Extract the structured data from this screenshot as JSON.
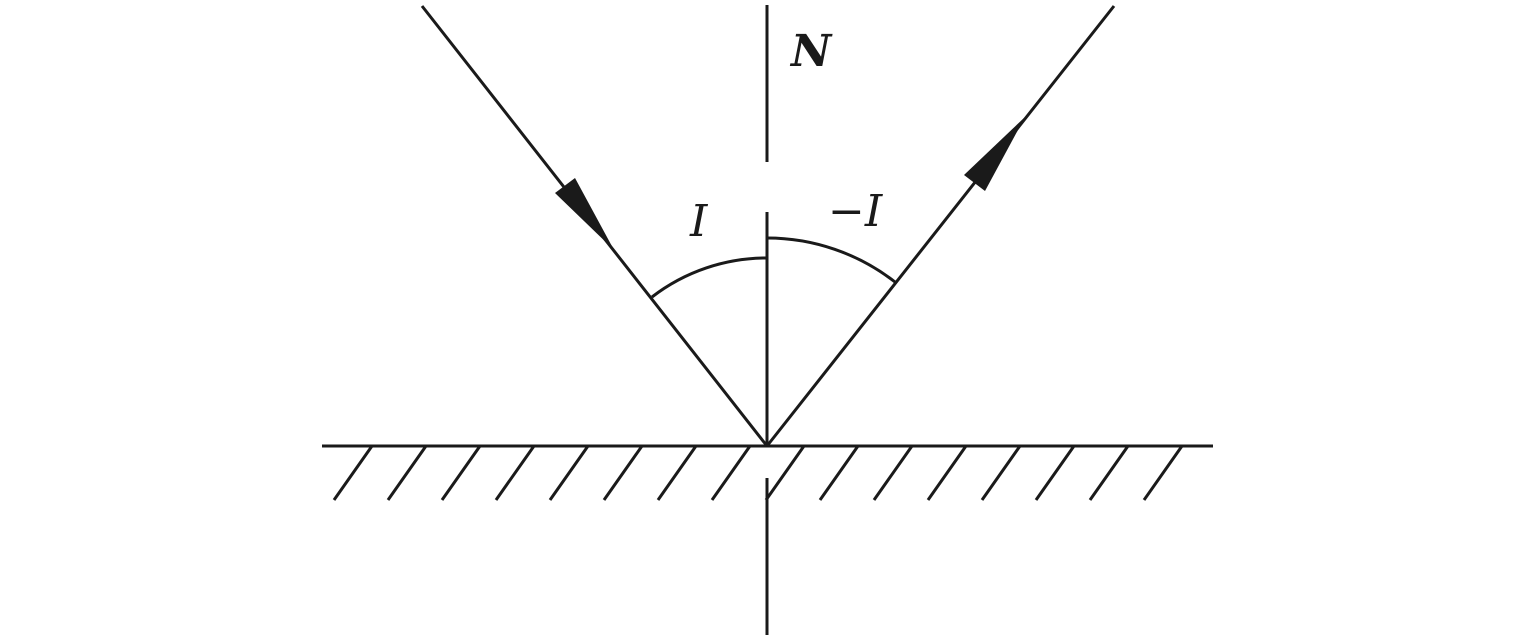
{
  "labels": {
    "normal": "N",
    "incidence_angle": "I",
    "reflection_angle": "−I"
  },
  "colors": {
    "ink": "#1a1a1a",
    "background": "#ffffff"
  }
}
